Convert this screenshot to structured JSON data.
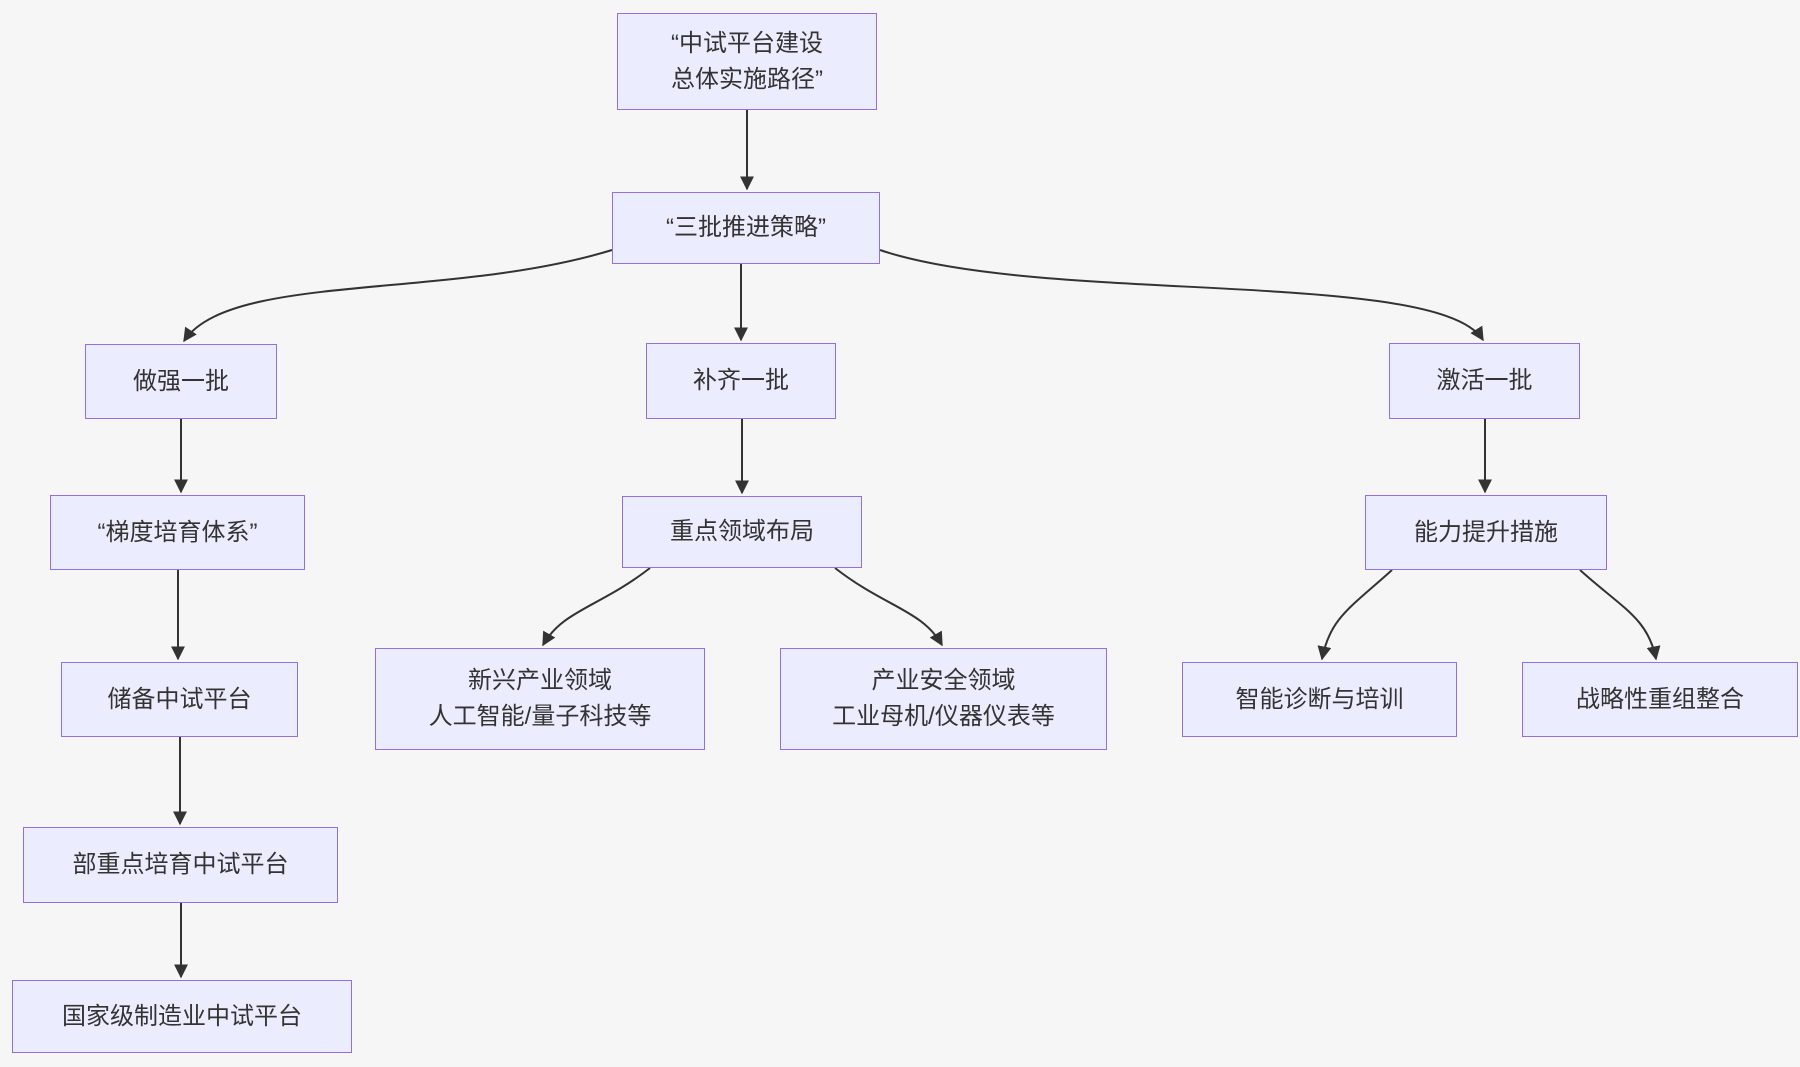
{
  "diagram": {
    "type": "flowchart",
    "direction": "top-down",
    "colors": {
      "background": "#F6F6F7",
      "node_fill": "#ECECFF",
      "node_border": "#9370DB",
      "edge": "#333333",
      "text": "#333333"
    },
    "nodes": {
      "root": {
        "label": "“中试平台建设\n总体实施路径”"
      },
      "strategy": {
        "label": "“三批推进策略”"
      },
      "strengthen": {
        "label": "做强一批"
      },
      "supplement": {
        "label": "补齐一批"
      },
      "activate": {
        "label": "激活一批"
      },
      "tiered_system": {
        "label": "“梯度培育体系”"
      },
      "key_areas": {
        "label": "重点领域布局"
      },
      "capability": {
        "label": "能力提升措施"
      },
      "reserve_platform": {
        "label": "储备中试平台"
      },
      "emerging_fields": {
        "label": "新兴产业领域\n人工智能/量子科技等"
      },
      "industry_security": {
        "label": "产业安全领域\n工业母机/仪器仪表等"
      },
      "smart_diagnosis": {
        "label": "智能诊断与培训"
      },
      "strategic_restructuring": {
        "label": "战略性重组整合"
      },
      "ministry_platform": {
        "label": "部重点培育中试平台"
      },
      "national_platform": {
        "label": "国家级制造业中试平台"
      }
    },
    "edges": [
      {
        "from": "root",
        "to": "strategy"
      },
      {
        "from": "strategy",
        "to": "strengthen"
      },
      {
        "from": "strategy",
        "to": "supplement"
      },
      {
        "from": "strategy",
        "to": "activate"
      },
      {
        "from": "strengthen",
        "to": "tiered_system"
      },
      {
        "from": "supplement",
        "to": "key_areas"
      },
      {
        "from": "activate",
        "to": "capability"
      },
      {
        "from": "tiered_system",
        "to": "reserve_platform"
      },
      {
        "from": "key_areas",
        "to": "emerging_fields"
      },
      {
        "from": "key_areas",
        "to": "industry_security"
      },
      {
        "from": "capability",
        "to": "smart_diagnosis"
      },
      {
        "from": "capability",
        "to": "strategic_restructuring"
      },
      {
        "from": "reserve_platform",
        "to": "ministry_platform"
      },
      {
        "from": "ministry_platform",
        "to": "national_platform"
      }
    ]
  }
}
